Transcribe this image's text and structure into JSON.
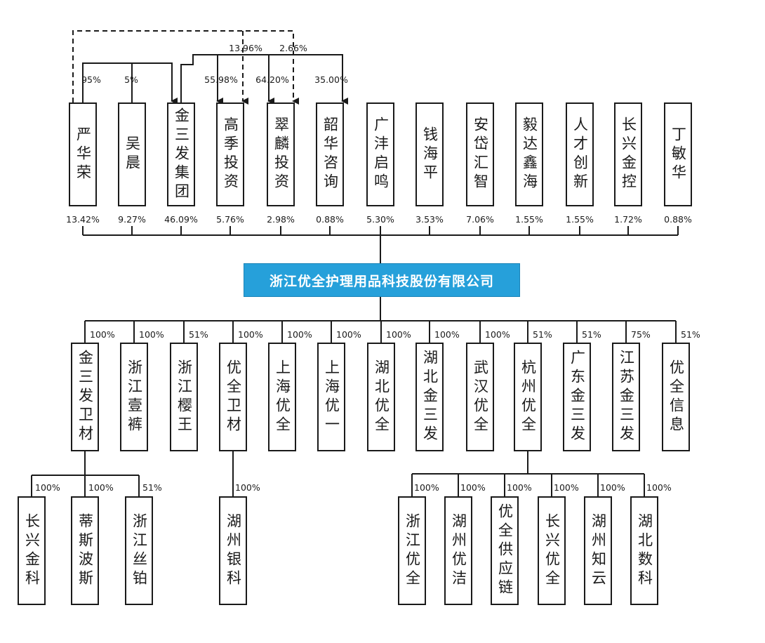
{
  "center": "浙江优全护理用品科技股份有限公司",
  "shareholders": [
    {
      "name": "严华荣",
      "pct": "13.42%"
    },
    {
      "name": "吴晨",
      "pct": "9.27%"
    },
    {
      "name": "金三发集团",
      "pct": "46.09%"
    },
    {
      "name": "高季投资",
      "pct": "5.76%"
    },
    {
      "name": "翠麟投资",
      "pct": "2.98%"
    },
    {
      "name": "韶华咨询",
      "pct": "0.88%"
    },
    {
      "name": "广沣启鸣",
      "pct": "5.30%"
    },
    {
      "name": "钱海平",
      "pct": "3.53%"
    },
    {
      "name": "安岱汇智",
      "pct": "7.06%"
    },
    {
      "name": "毅达鑫海",
      "pct": "1.55%"
    },
    {
      "name": "人才创新",
      "pct": "1.55%"
    },
    {
      "name": "长兴金控",
      "pct": "1.72%"
    },
    {
      "name": "丁敏华",
      "pct": "0.88%"
    }
  ],
  "upper_links": {
    "yan_to_jinsanfa": "95%",
    "wu_to_jinsanfa": "5%",
    "jinsanfa_to_gaoji": "55.98%",
    "jinsanfa_to_cuilin": "64.20%",
    "jinsanfa_to_shaohua": "35.00%",
    "yan_to_gaoji": "13.96%",
    "yan_to_cuilin": "2.66%"
  },
  "subsidiaries": [
    {
      "name": "金三发卫材",
      "pct": "100%"
    },
    {
      "name": "浙江壹裤",
      "pct": "100%"
    },
    {
      "name": "浙江樱王",
      "pct": "51%"
    },
    {
      "name": "优全卫材",
      "pct": "100%"
    },
    {
      "name": "上海优全",
      "pct": "100%"
    },
    {
      "name": "上海优一",
      "pct": "100%"
    },
    {
      "name": "湖北优全",
      "pct": "100%"
    },
    {
      "name": "湖北金三发",
      "pct": "100%"
    },
    {
      "name": "武汉优全",
      "pct": "100%"
    },
    {
      "name": "杭州优全",
      "pct": "51%"
    },
    {
      "name": "广东金三发",
      "pct": "51%"
    },
    {
      "name": "江苏金三发",
      "pct": "75%"
    },
    {
      "name": "优全信息",
      "pct": "51%"
    }
  ],
  "jinsanfa_weicai_subs": [
    {
      "name": "长兴金科",
      "pct": "100%"
    },
    {
      "name": "蒂斯波斯",
      "pct": "100%"
    },
    {
      "name": "浙江丝铂",
      "pct": "51%"
    }
  ],
  "youquan_weicai_subs": [
    {
      "name": "湖州银科",
      "pct": "100%"
    }
  ],
  "hangzhou_subs": [
    {
      "name": "浙江优全",
      "pct": "100%"
    },
    {
      "name": "湖州优洁",
      "pct": "100%"
    },
    {
      "name": "优全供应链",
      "pct": "100%"
    },
    {
      "name": "长兴优全",
      "pct": "100%"
    },
    {
      "name": "湖州知云",
      "pct": "100%"
    },
    {
      "name": "湖北数科",
      "pct": "100%"
    }
  ],
  "colors": {
    "line": "#1a1a1a",
    "center_bg": "#26a0da",
    "center_text": "#ffffff"
  }
}
